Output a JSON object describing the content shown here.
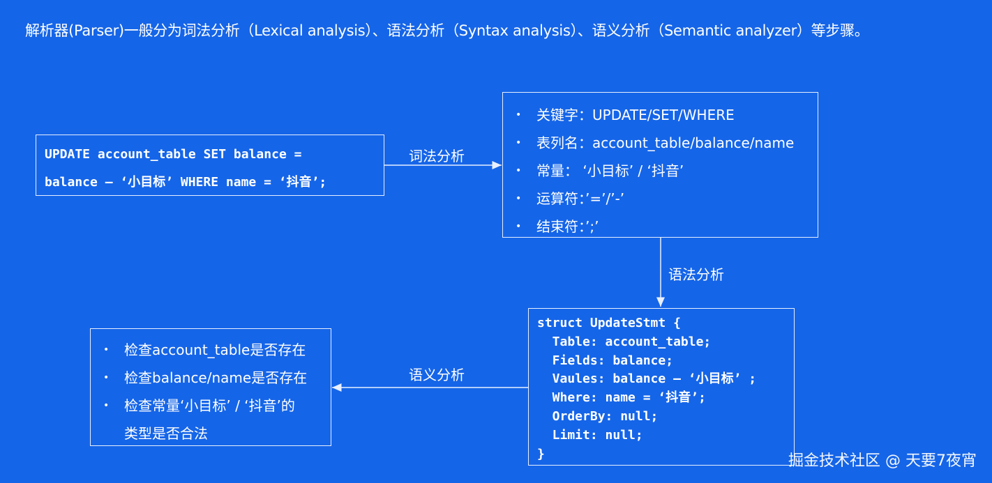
{
  "title": "解析器(Parser)一般分为词法分析（Lexical analysis）、语法分析（Syntax analysis）、语义分析（Semantic analyzer）等步骤。",
  "sql_box": {
    "line1": "UPDATE account_table SET balance =",
    "line2": "balance – ‘小目标’ WHERE name = ‘抖音’;"
  },
  "tokens_box": {
    "items": [
      "关键字：UPDATE/SET/WHERE",
      "表列名：account_table/balance/name",
      "常量： ‘小目标’ / ‘抖音’",
      "运算符：’=’/’-’",
      "结束符：’;’"
    ]
  },
  "ast_box": {
    "lines": [
      "struct UpdateStmt {",
      "  Table: account_table;",
      "  Fields: balance;",
      "  Vaules: balance – ‘小目标’ ;",
      "  Where: name = ‘抖音’;",
      "  OrderBy: null;",
      "  Limit: null;",
      "}"
    ]
  },
  "checks_box": {
    "items": [
      "检查account_table是否存在",
      "检查balance/name是否存在",
      "检查常量‘小目标’ / ‘抖音’的"
    ],
    "continuation": "类型是否合法"
  },
  "arrows": {
    "lexical": "词法分析",
    "syntax": "语法分析",
    "semantic": "语义分析"
  },
  "watermark": "掘金技术社区 @ 天要7夜宵"
}
